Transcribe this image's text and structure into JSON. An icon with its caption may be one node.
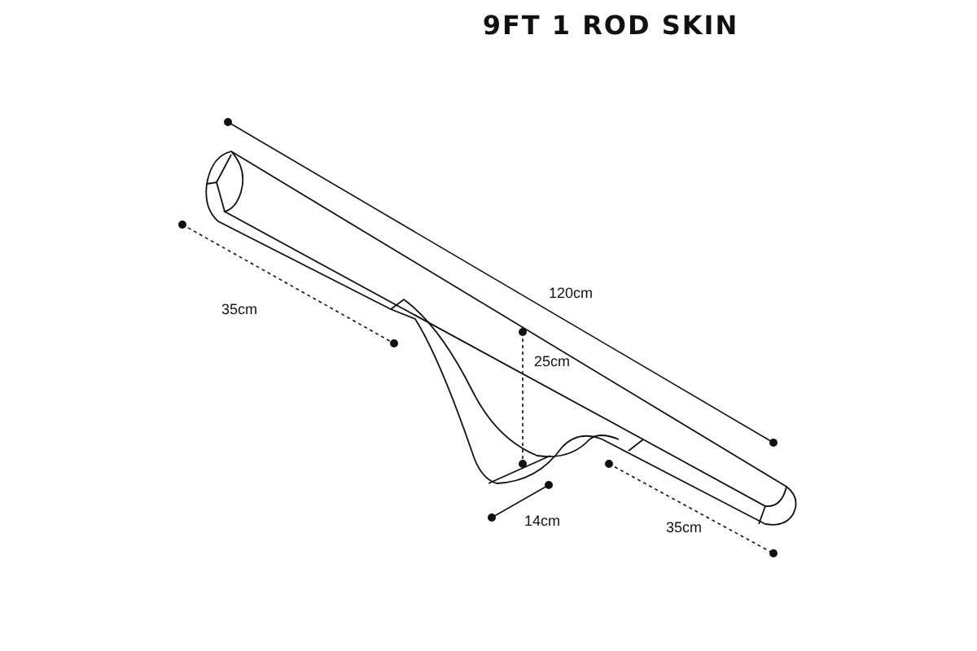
{
  "diagram": {
    "title": "9FT 1 ROD SKIN",
    "labels": [
      "120cm",
      "35cm",
      "25cm",
      "14cm",
      "35cm"
    ]
  }
}
